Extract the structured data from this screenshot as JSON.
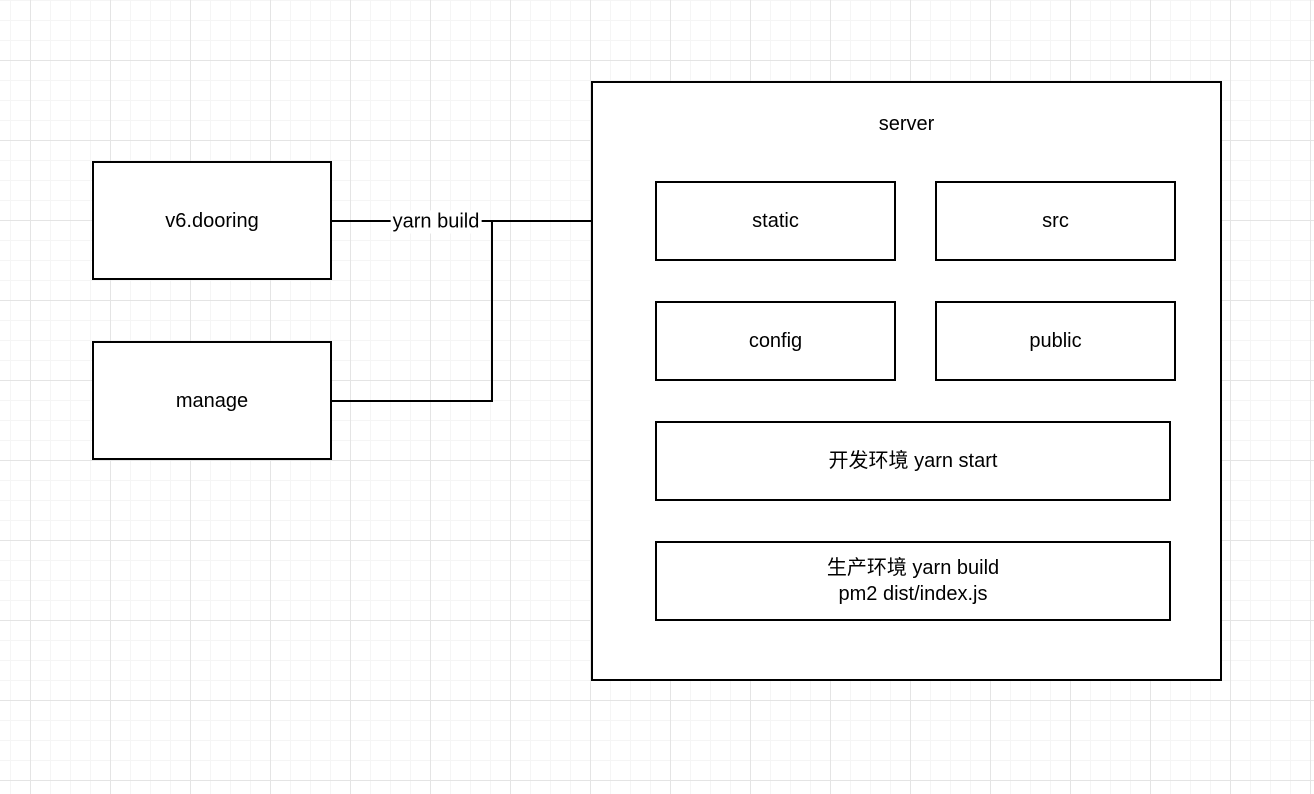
{
  "diagram": {
    "nodes": {
      "v6_dooring": {
        "label": "v6.dooring"
      },
      "manage": {
        "label": "manage"
      },
      "server": {
        "label": "server"
      },
      "static": {
        "label": "static"
      },
      "src": {
        "label": "src"
      },
      "config": {
        "label": "config"
      },
      "public": {
        "label": "public"
      },
      "dev": {
        "label": "开发环境 yarn start"
      },
      "prod": {
        "line1": "生产环境 yarn build",
        "line2": "pm2 dist/index.js"
      }
    },
    "edges": {
      "yarn_build": {
        "label": "yarn build",
        "from": "v6.dooring / manage",
        "to": "static"
      }
    },
    "colors": {
      "background": "#ffffff",
      "node_fill": "#ffffff",
      "node_border": "#000000",
      "text": "#000000",
      "grid_minor": "#f5f5f5",
      "grid_major": "#e4e4e4"
    }
  }
}
